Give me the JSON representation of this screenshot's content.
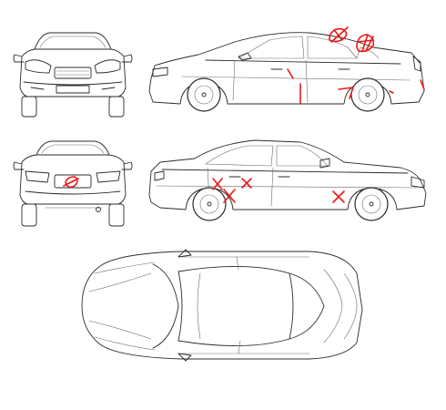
{
  "colors": {
    "line": "#2b2b2b",
    "damage_mark": "#e8191a",
    "background": "#ffffff"
  },
  "views": [
    {
      "name": "front-view"
    },
    {
      "name": "right-side-view"
    },
    {
      "name": "rear-view"
    },
    {
      "name": "left-side-view"
    },
    {
      "name": "top-view"
    }
  ],
  "damage_marks": [
    {
      "view": "right-side-view",
      "kind": "scribble",
      "count": 2
    },
    {
      "view": "right-side-view",
      "kind": "dent-line",
      "count": 3
    },
    {
      "view": "rear-view",
      "kind": "scribble",
      "count": 1
    },
    {
      "view": "left-side-view",
      "kind": "cross",
      "count": 4
    }
  ]
}
